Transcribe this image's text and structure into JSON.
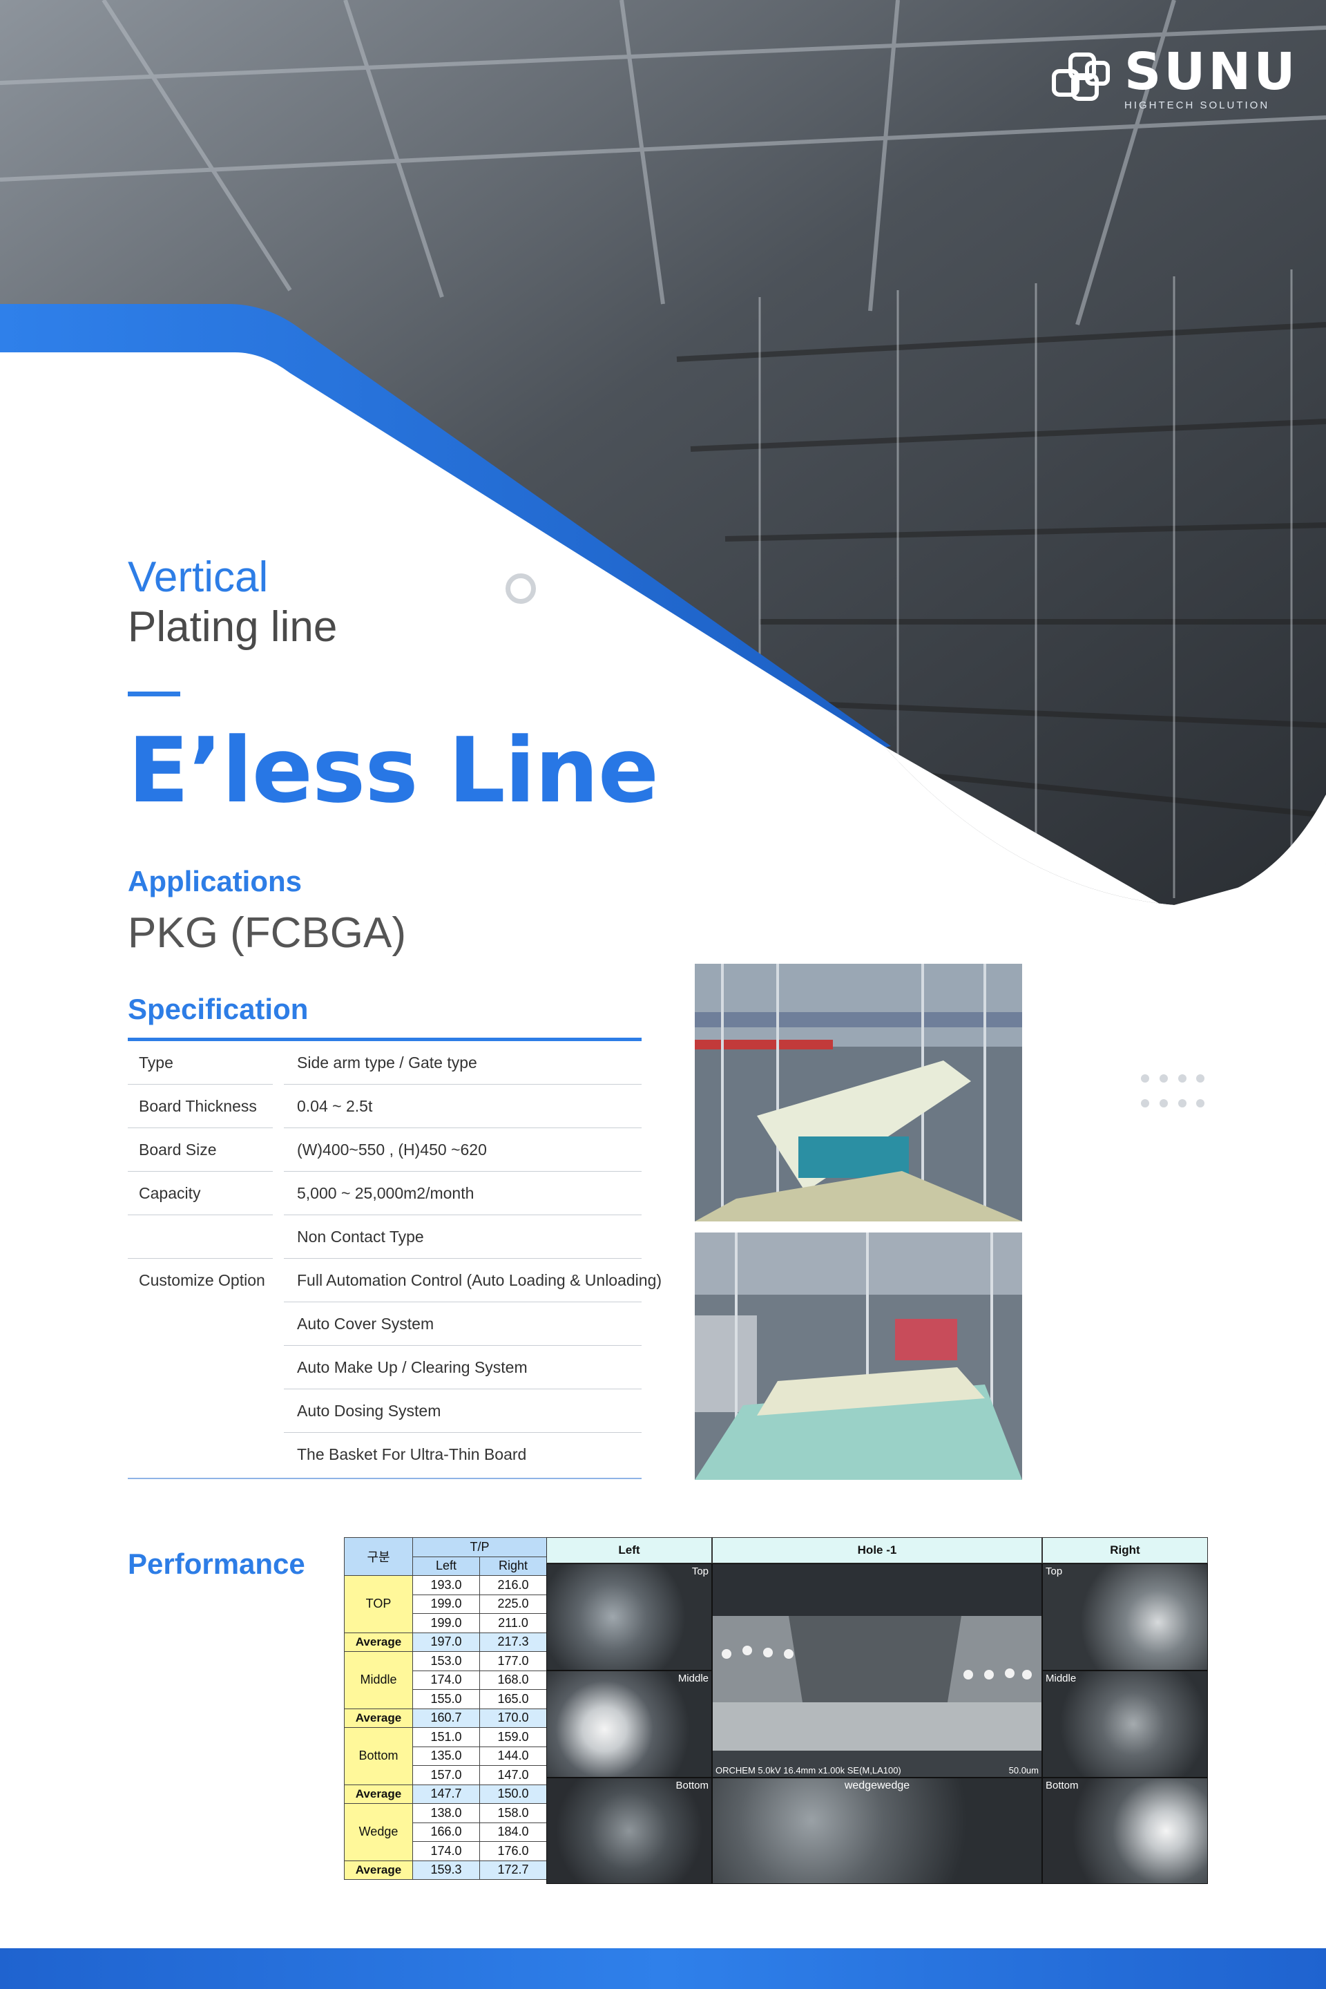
{
  "brand": {
    "name": "SUNU",
    "tagline": "HIGHTECH SOLUTION"
  },
  "hero": {
    "subtitle_line1": "Vertical",
    "subtitle_line2": "Plating line",
    "title": "E’less Line",
    "image": "industrial-plating-line-photo"
  },
  "applications": {
    "heading": "Applications",
    "value": "PKG (FCBGA)"
  },
  "specification": {
    "heading": "Specification",
    "rows": [
      {
        "label": "Type",
        "value": "Side arm type / Gate type"
      },
      {
        "label": "Board Thickness",
        "value": "0.04 ~ 2.5t"
      },
      {
        "label": "Board Size",
        "value": "(W)400~550 , (H)450 ~620"
      },
      {
        "label": "Capacity",
        "value": "5,000 ~ 25,000m2/month"
      },
      {
        "label": "",
        "value": "Non Contact Type"
      },
      {
        "label": "Customize Option",
        "value": "Full Automation Control (Auto Loading & Unloading)"
      },
      {
        "label": "",
        "value": "Auto Cover System"
      },
      {
        "label": "",
        "value": "Auto Make Up / Clearing System"
      },
      {
        "label": "",
        "value": "Auto Dosing System"
      },
      {
        "label": "",
        "value": "The Basket For Ultra-Thin Board"
      }
    ]
  },
  "performance": {
    "heading": "Performance",
    "table": {
      "col_group": "구분",
      "col_tp": "T/P",
      "col_left": "Left",
      "col_right": "Right",
      "groups": [
        {
          "name": "TOP",
          "rows": [
            [
              "193.0",
              "216.0"
            ],
            [
              "199.0",
              "225.0"
            ],
            [
              "199.0",
              "211.0"
            ]
          ],
          "average_label": "Average",
          "average": [
            "197.0",
            "217.3"
          ]
        },
        {
          "name": "Middle",
          "rows": [
            [
              "153.0",
              "177.0"
            ],
            [
              "174.0",
              "168.0"
            ],
            [
              "155.0",
              "165.0"
            ]
          ],
          "average_label": "Average",
          "average": [
            "160.7",
            "170.0"
          ]
        },
        {
          "name": "Bottom",
          "rows": [
            [
              "151.0",
              "159.0"
            ],
            [
              "135.0",
              "144.0"
            ],
            [
              "157.0",
              "147.0"
            ]
          ],
          "average_label": "Average",
          "average": [
            "147.7",
            "150.0"
          ]
        },
        {
          "name": "Wedge",
          "rows": [
            [
              "138.0",
              "158.0"
            ],
            [
              "166.0",
              "184.0"
            ],
            [
              "174.0",
              "176.0"
            ]
          ],
          "average_label": "Average",
          "average": [
            "159.3",
            "172.7"
          ]
        }
      ]
    },
    "images": {
      "col_left": "Left",
      "col_hole": "Hole -1",
      "col_right": "Right",
      "label_top": "Top",
      "label_middle": "Middle",
      "label_bottom": "Bottom",
      "label_right_top": "Top",
      "label_right_middle": "Middle",
      "label_right_bottom": "Bottom",
      "hole_caption": "ORCHEM 5.0kV 16.4mm x1.00k SE(M,LA100)",
      "hole_scale": "50.0um",
      "wedge_caption": "wedgewedge"
    }
  },
  "colors": {
    "accent": "#2d7de6",
    "dark_accent": "#1650a8",
    "table_yellow": "#fff89a",
    "table_blue": "#cfe7fb"
  }
}
